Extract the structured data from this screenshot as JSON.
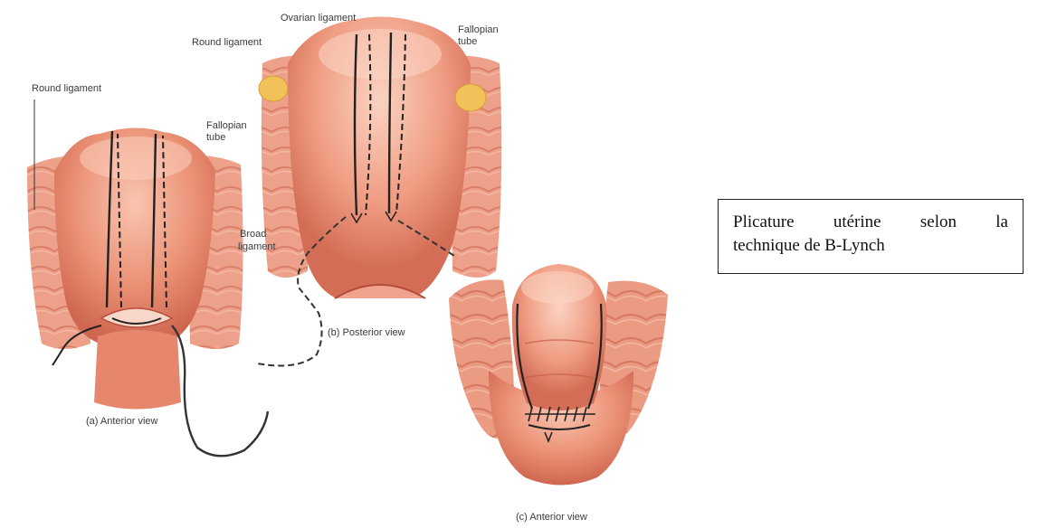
{
  "figure": {
    "panel_a": {
      "label_round_ligament": "Round ligament",
      "label_fallopian_tube_1": "Fallopian",
      "label_fallopian_tube_2": "tube",
      "label_broad_ligament_1": "Broad",
      "label_broad_ligament_2": "ligament",
      "caption": "(a)  Anterior view"
    },
    "panel_b": {
      "label_ovarian_ligament": "Ovarian ligament",
      "label_round_ligament": "Round ligament",
      "label_fallopian_tube_1": "Fallopian",
      "label_fallopian_tube_2": "tube",
      "caption": "(b)  Posterior view"
    },
    "panel_c": {
      "caption": "(c)  Anterior view"
    }
  },
  "caption_box": {
    "line1": "Plicature   utérine   selon   la",
    "line2": "technique de B-Lynch"
  },
  "colors": {
    "uterus": "#e88a72",
    "uterus_light": "#f6b9a3",
    "uterus_dark": "#c75a45",
    "suture": "#222222",
    "ovary": "#f2c25a"
  }
}
